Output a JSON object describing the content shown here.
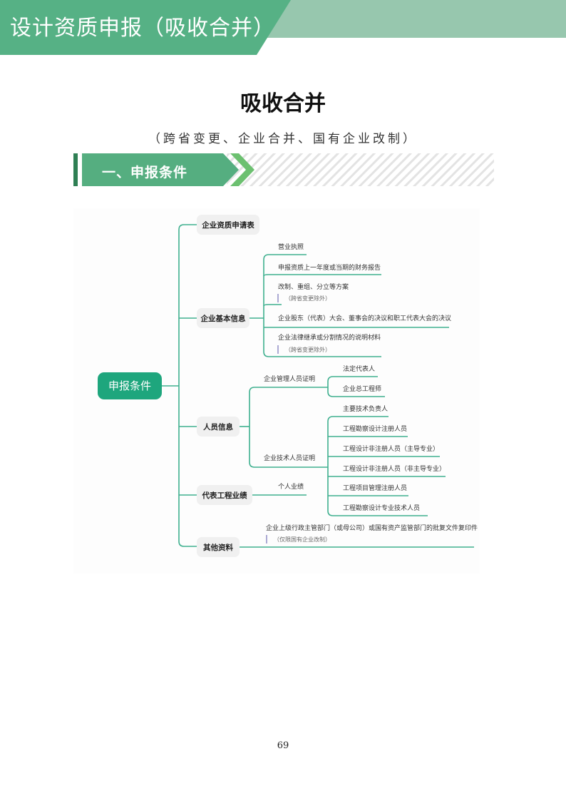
{
  "header": {
    "banner_title": "设计资质申报（吸收合并）",
    "colors": {
      "banner_dark": "#56b185",
      "banner_light": "#97c7ae"
    }
  },
  "document": {
    "title": "吸收合并",
    "subtitle": "（跨省变更、企业合并、国有企业改制）"
  },
  "section": {
    "label": "一、申报条件",
    "colors": {
      "bar": "#55ae80",
      "edge": "#2f7f54",
      "chevron": "#6cc070"
    }
  },
  "mindmap": {
    "root": "申报条件",
    "colors": {
      "line": "#3fb08f",
      "root_bg": "#1ea67d",
      "node_bg": "#f0f0f0",
      "note_bar": "#8a87c2"
    },
    "branches": [
      {
        "label": "企业资质申请表",
        "children": []
      },
      {
        "label": "企业基本信息",
        "children": [
          {
            "label": "营业执照"
          },
          {
            "label": "申报资质上一年度或当期的财务报告"
          },
          {
            "label": "改制、重组、分立等方案",
            "note": "（跨省变更除外）"
          },
          {
            "label": "企业股东（代表）大会、董事会的决议和职工代表大会的决议"
          },
          {
            "label": "企业法律继承或分割情况的说明材料",
            "note": "（跨省变更除外）"
          }
        ]
      },
      {
        "label": "人员信息",
        "children": [
          {
            "label": "企业管理人员证明",
            "children": [
              {
                "label": "法定代表人"
              },
              {
                "label": "企业总工程师"
              }
            ]
          },
          {
            "label": "企业技术人员证明",
            "children": [
              {
                "label": "主要技术负责人"
              },
              {
                "label": "工程勘察设计注册人员"
              },
              {
                "label": "工程设计非注册人员（主导专业）"
              },
              {
                "label": "工程设计非注册人员（非主导专业）"
              },
              {
                "label": "工程项目管理注册人员"
              },
              {
                "label": "工程勘察设计专业技术人员"
              }
            ]
          }
        ]
      },
      {
        "label": "代表工程业绩",
        "children": [
          {
            "label": "个人业绩"
          }
        ]
      },
      {
        "label": "其他资料",
        "children": [
          {
            "label": "企业上级行政主管部门（或母公司）或国有资产监管部门的批复文件复印件",
            "note": "（仅限国有企业改制）"
          }
        ]
      }
    ]
  },
  "footer": {
    "page_number": "69"
  }
}
